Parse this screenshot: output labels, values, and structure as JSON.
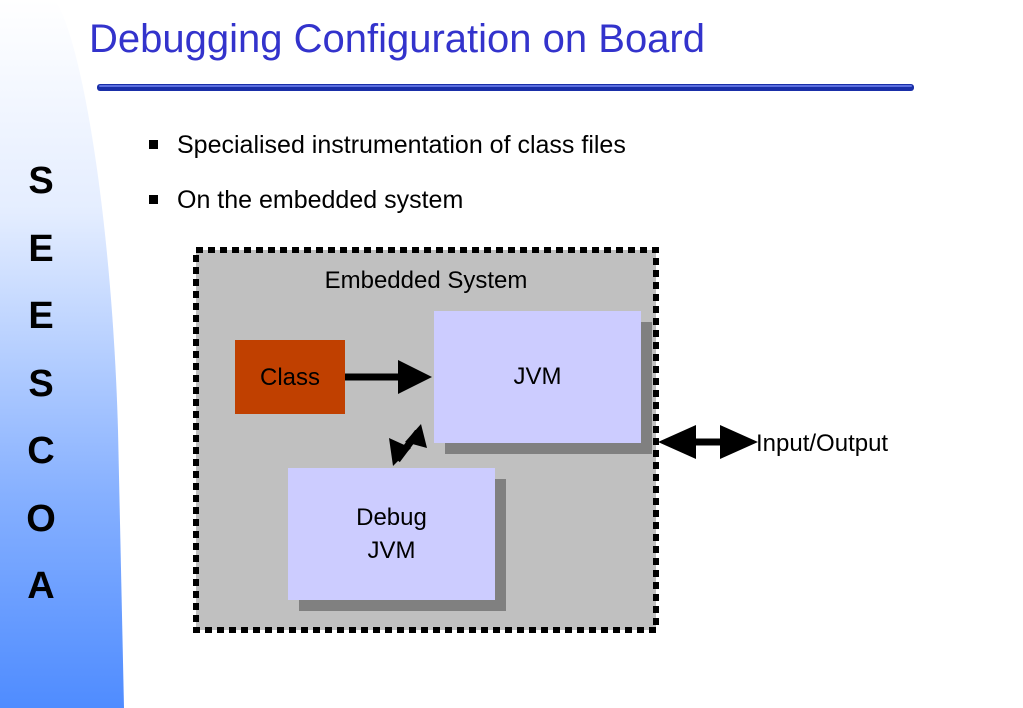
{
  "slide": {
    "title": "Debugging Configuration on Board",
    "sidebar_letters": [
      "S",
      "E",
      "E",
      "S",
      "C",
      "O",
      "A"
    ],
    "bullets": [
      "Specialised instrumentation of class files",
      "On the embedded system"
    ]
  },
  "diagram": {
    "container_label": "Embedded System",
    "class_label": "Class",
    "jvm_label": "JVM",
    "debug_jvm_lines": [
      "Debug",
      "JVM"
    ],
    "io_label": "Input/Output"
  },
  "colors": {
    "title": "#3333cc",
    "rule": "#1a2fa8",
    "container_fill": "#c0c0c0",
    "class_fill": "#c04000",
    "jvm_fill": "#ccccff",
    "shadow": "#808080",
    "sidebar_light": "#ffffff",
    "sidebar_blue": "#4f8cff"
  }
}
